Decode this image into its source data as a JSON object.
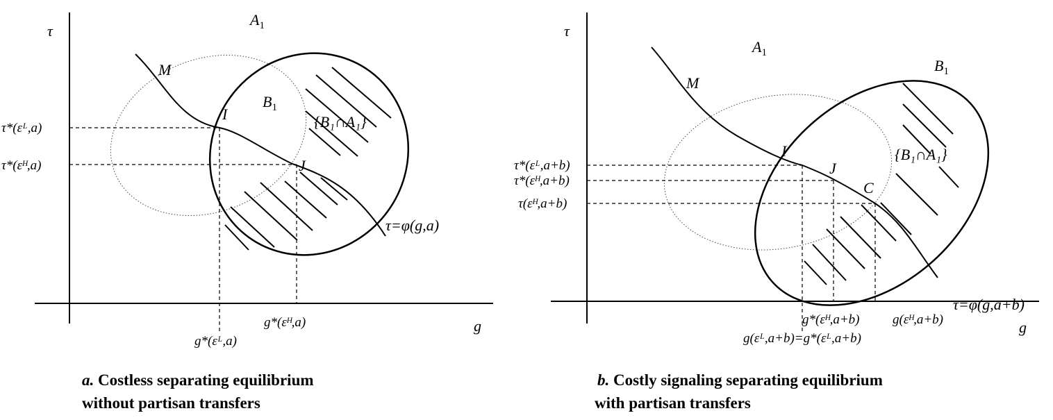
{
  "panel_a": {
    "y_axis": "τ",
    "x_axis": "g",
    "set_A": "A",
    "set_A_sub": "1",
    "set_B": "B",
    "set_B_sub": "1",
    "point_M": "M",
    "point_I": "I",
    "point_J": "J",
    "intersection": "{B₁∩A₁}",
    "tau_L": "τ*(εᴸ,a)",
    "tau_H": "τ*(εᴴ,a)",
    "g_H": "g*(εᴴ,a)",
    "g_L": "g*(εᴸ,a)",
    "curve_label": "τ=φ(g,a)",
    "caption_letter": "a.",
    "caption_line1": " Costless separating equilibrium",
    "caption_line2": "without partisan transfers"
  },
  "panel_b": {
    "y_axis": "τ",
    "x_axis": "g",
    "set_A": "A",
    "set_A_sub": "1",
    "set_B": "B",
    "set_B_sub": "1",
    "point_M": "M",
    "point_I": "I",
    "point_J": "J",
    "point_C": "C",
    "intersection": "{B₁∩A₁}",
    "tau_L": "τ*(εᴸ,a+b)",
    "tau_H_star": "τ*(εᴴ,a+b)",
    "tau_H": "τ(εᴴ,a+b)",
    "g_H_star": "g*(εᴴ,a+b)",
    "g_H": "g(εᴴ,a+b)",
    "g_L": "g(εᴸ,a+b)=g*(εᴸ,a+b)",
    "curve_label": "τ=φ(g,a+b)",
    "caption_letter": "b.",
    "caption_line1": " Costly signaling separating equilibrium",
    "caption_line2": "with partisan transfers"
  }
}
